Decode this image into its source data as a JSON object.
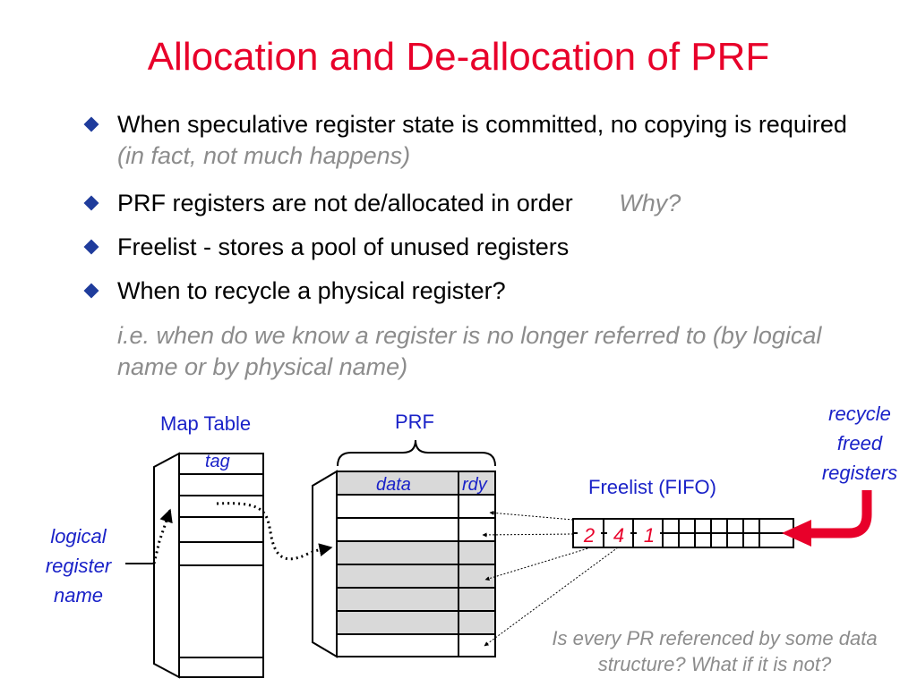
{
  "title": "Allocation and De-allocation of PRF",
  "bullets": [
    {
      "text": "When speculative register state is committed, no copying is required",
      "aside": "(in fact, not much happens)"
    },
    {
      "text": "PRF registers are not de/allocated in order",
      "aside": "Why?"
    },
    {
      "text": "Freelist - stores a pool of unused registers",
      "aside": ""
    },
    {
      "text": "When to recycle a physical register?",
      "aside": ""
    }
  ],
  "note": "i.e. when do we know a register is no longer referred to (by logical name or by physical name)",
  "diagram": {
    "map_table_label": "Map Table",
    "tag_label": "tag",
    "prf_label": "PRF",
    "data_label": "data",
    "rdy_label": "rdy",
    "freelist_label": "Freelist (FIFO)",
    "freelist_values": [
      "2",
      "4",
      "1"
    ],
    "recycle_label": "recycle freed registers",
    "logical_label": "logical register name"
  },
  "question": "Is every PR referenced by some data structure?  What if it is not?",
  "colors": {
    "title": "#e8002a",
    "accent_blue": "#1a22c8",
    "bullet_mark": "#1f3c9c",
    "recycle_arrow": "#e8002a",
    "gray_text": "#8c8c8c",
    "prf_shade": "#d9d9d9"
  }
}
